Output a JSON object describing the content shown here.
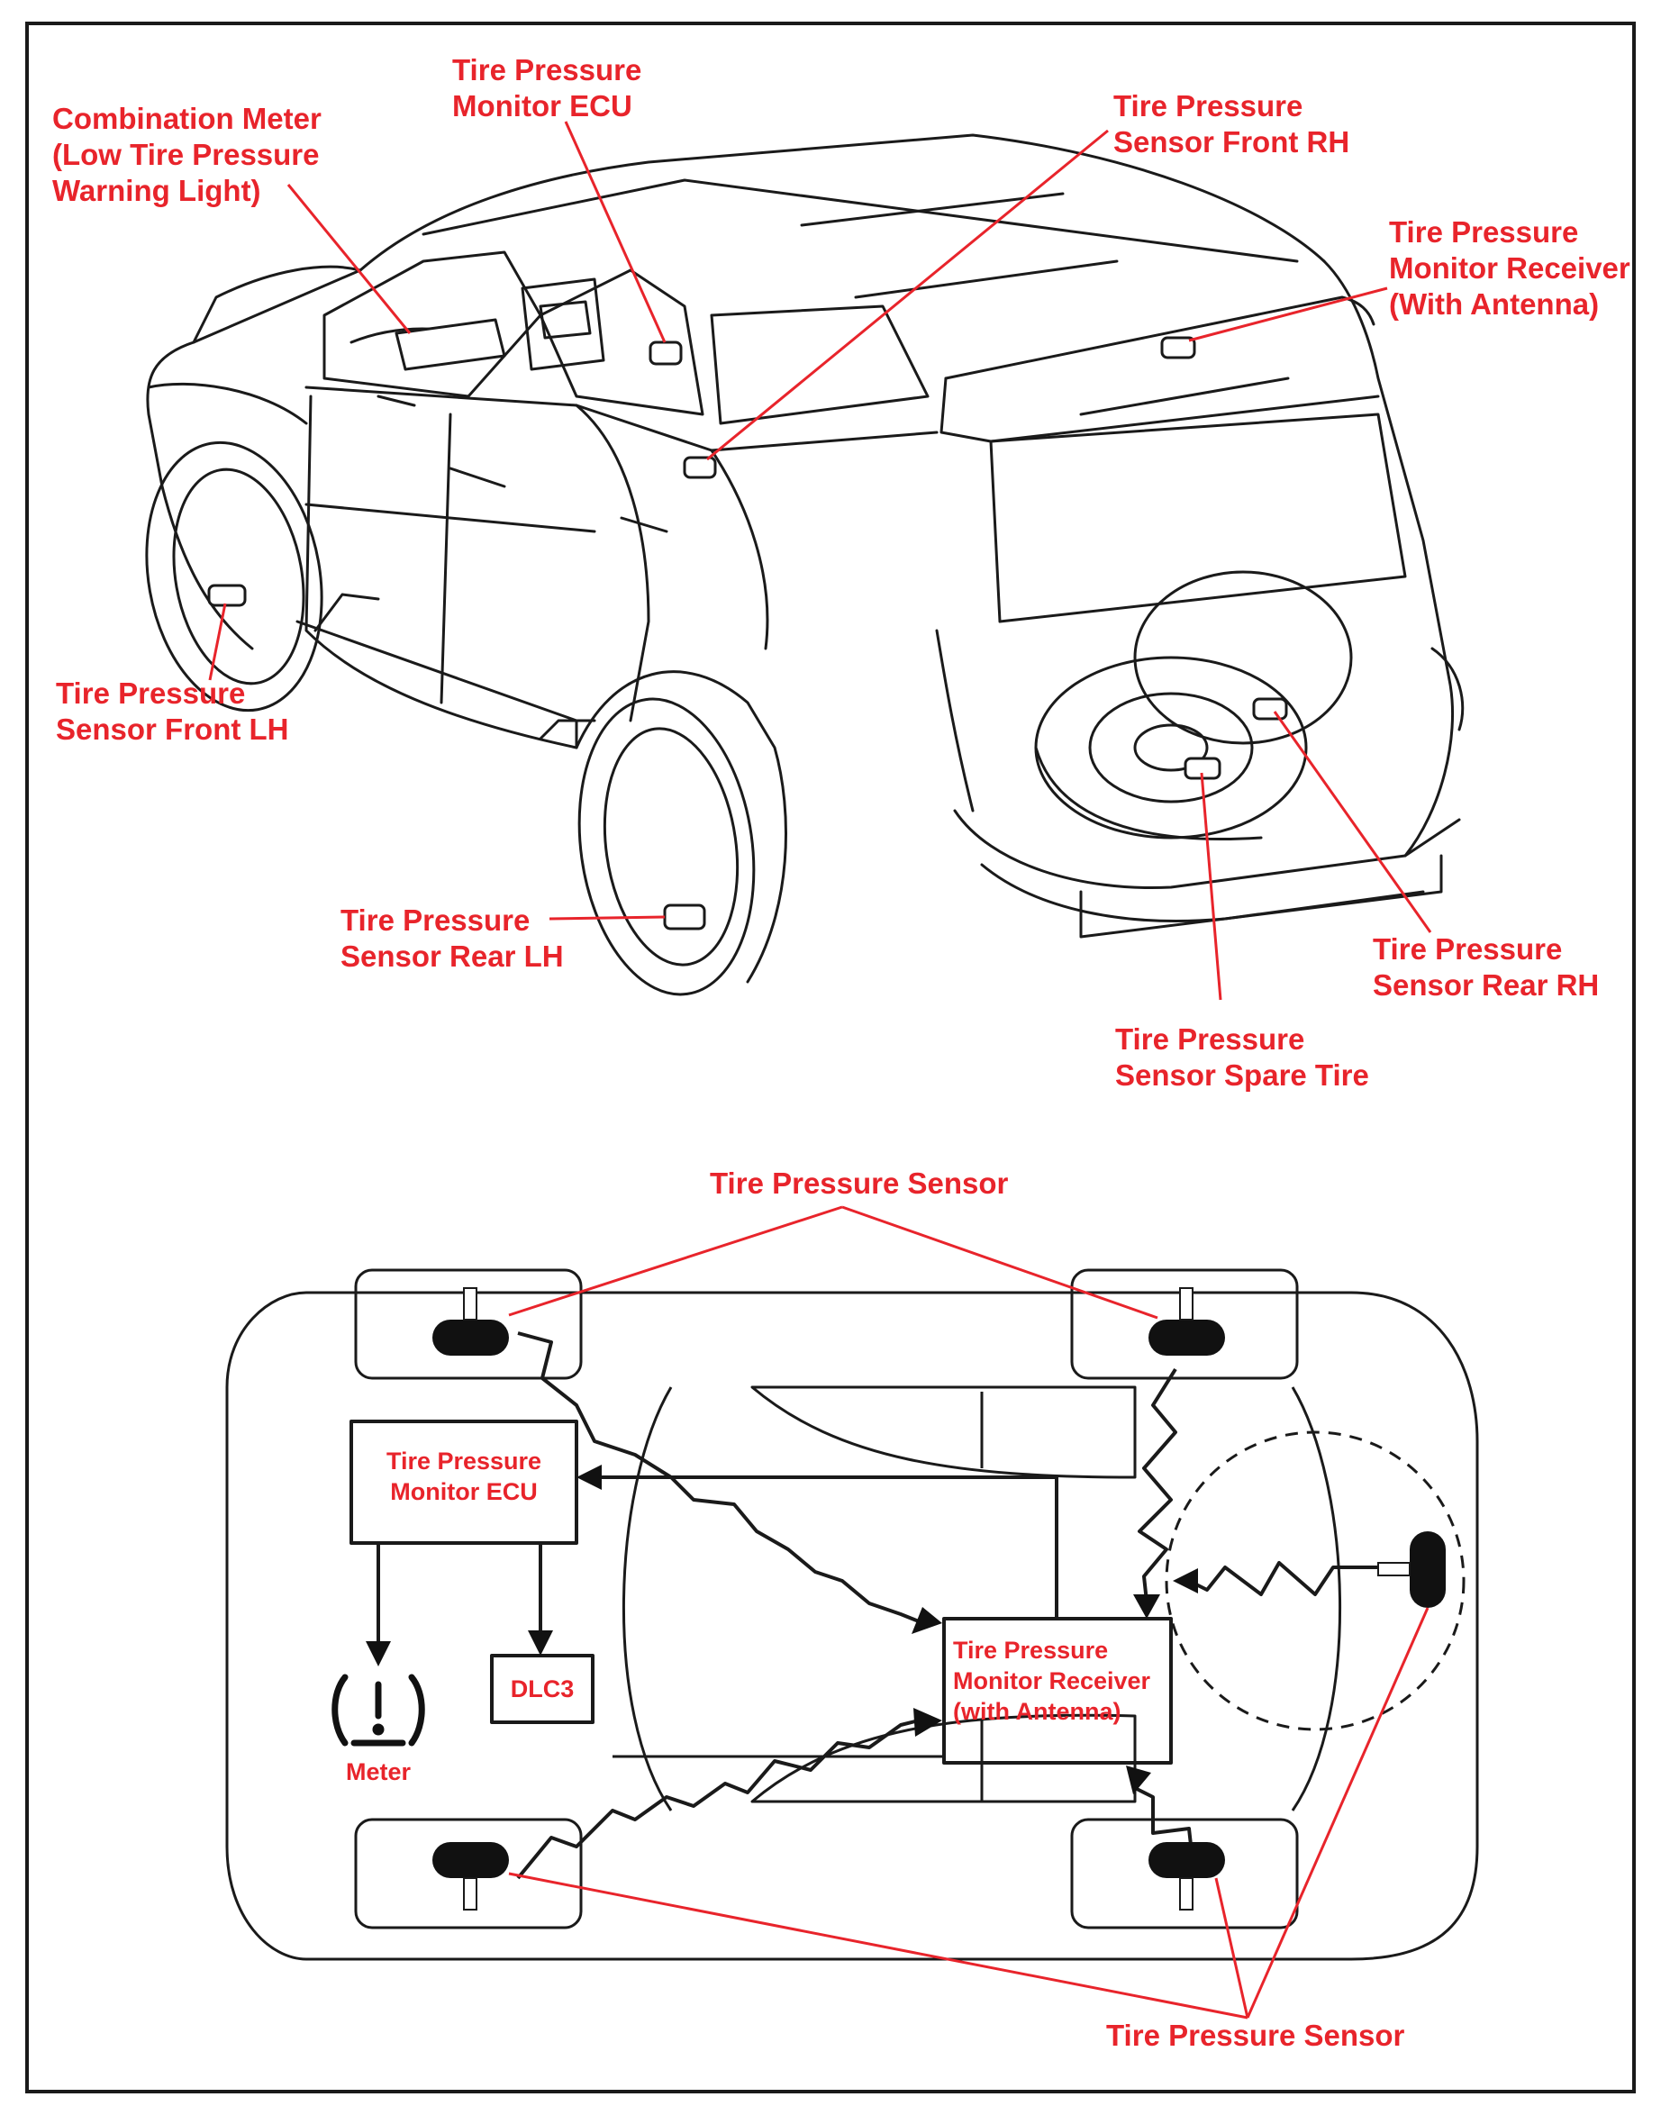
{
  "colors": {
    "label": "#e8242b",
    "line": "#1a1a1a",
    "leader": "#e8242b",
    "sensor": "#111111"
  },
  "top_view": {
    "combination_meter": "Combination Meter\n(Low Tire Pressure\nWarning Light)",
    "monitor_ecu": "Tire Pressure\nMonitor ECU",
    "sensor_front_rh": "Tire Pressure\nSensor Front RH",
    "monitor_receiver": "Tire Pressure\nMonitor Receiver\n(With Antenna)",
    "sensor_front_lh": "Tire Pressure\nSensor Front LH",
    "sensor_rear_lh": "Tire Pressure\nSensor Rear LH",
    "sensor_rear_rh": "Tire Pressure\nSensor Rear RH",
    "sensor_spare": "Tire Pressure\nSensor Spare Tire"
  },
  "bottom_view": {
    "sensor_top": "Tire Pressure Sensor",
    "sensor_bottom": "Tire Pressure Sensor",
    "ecu_box": "Tire Pressure\nMonitor ECU",
    "receiver_box": "Tire Pressure\nMonitor Receiver\n(with Antenna)",
    "dlc3": "DLC3",
    "meter": "Meter",
    "meter_icon": "tire-pressure-warning-icon"
  }
}
